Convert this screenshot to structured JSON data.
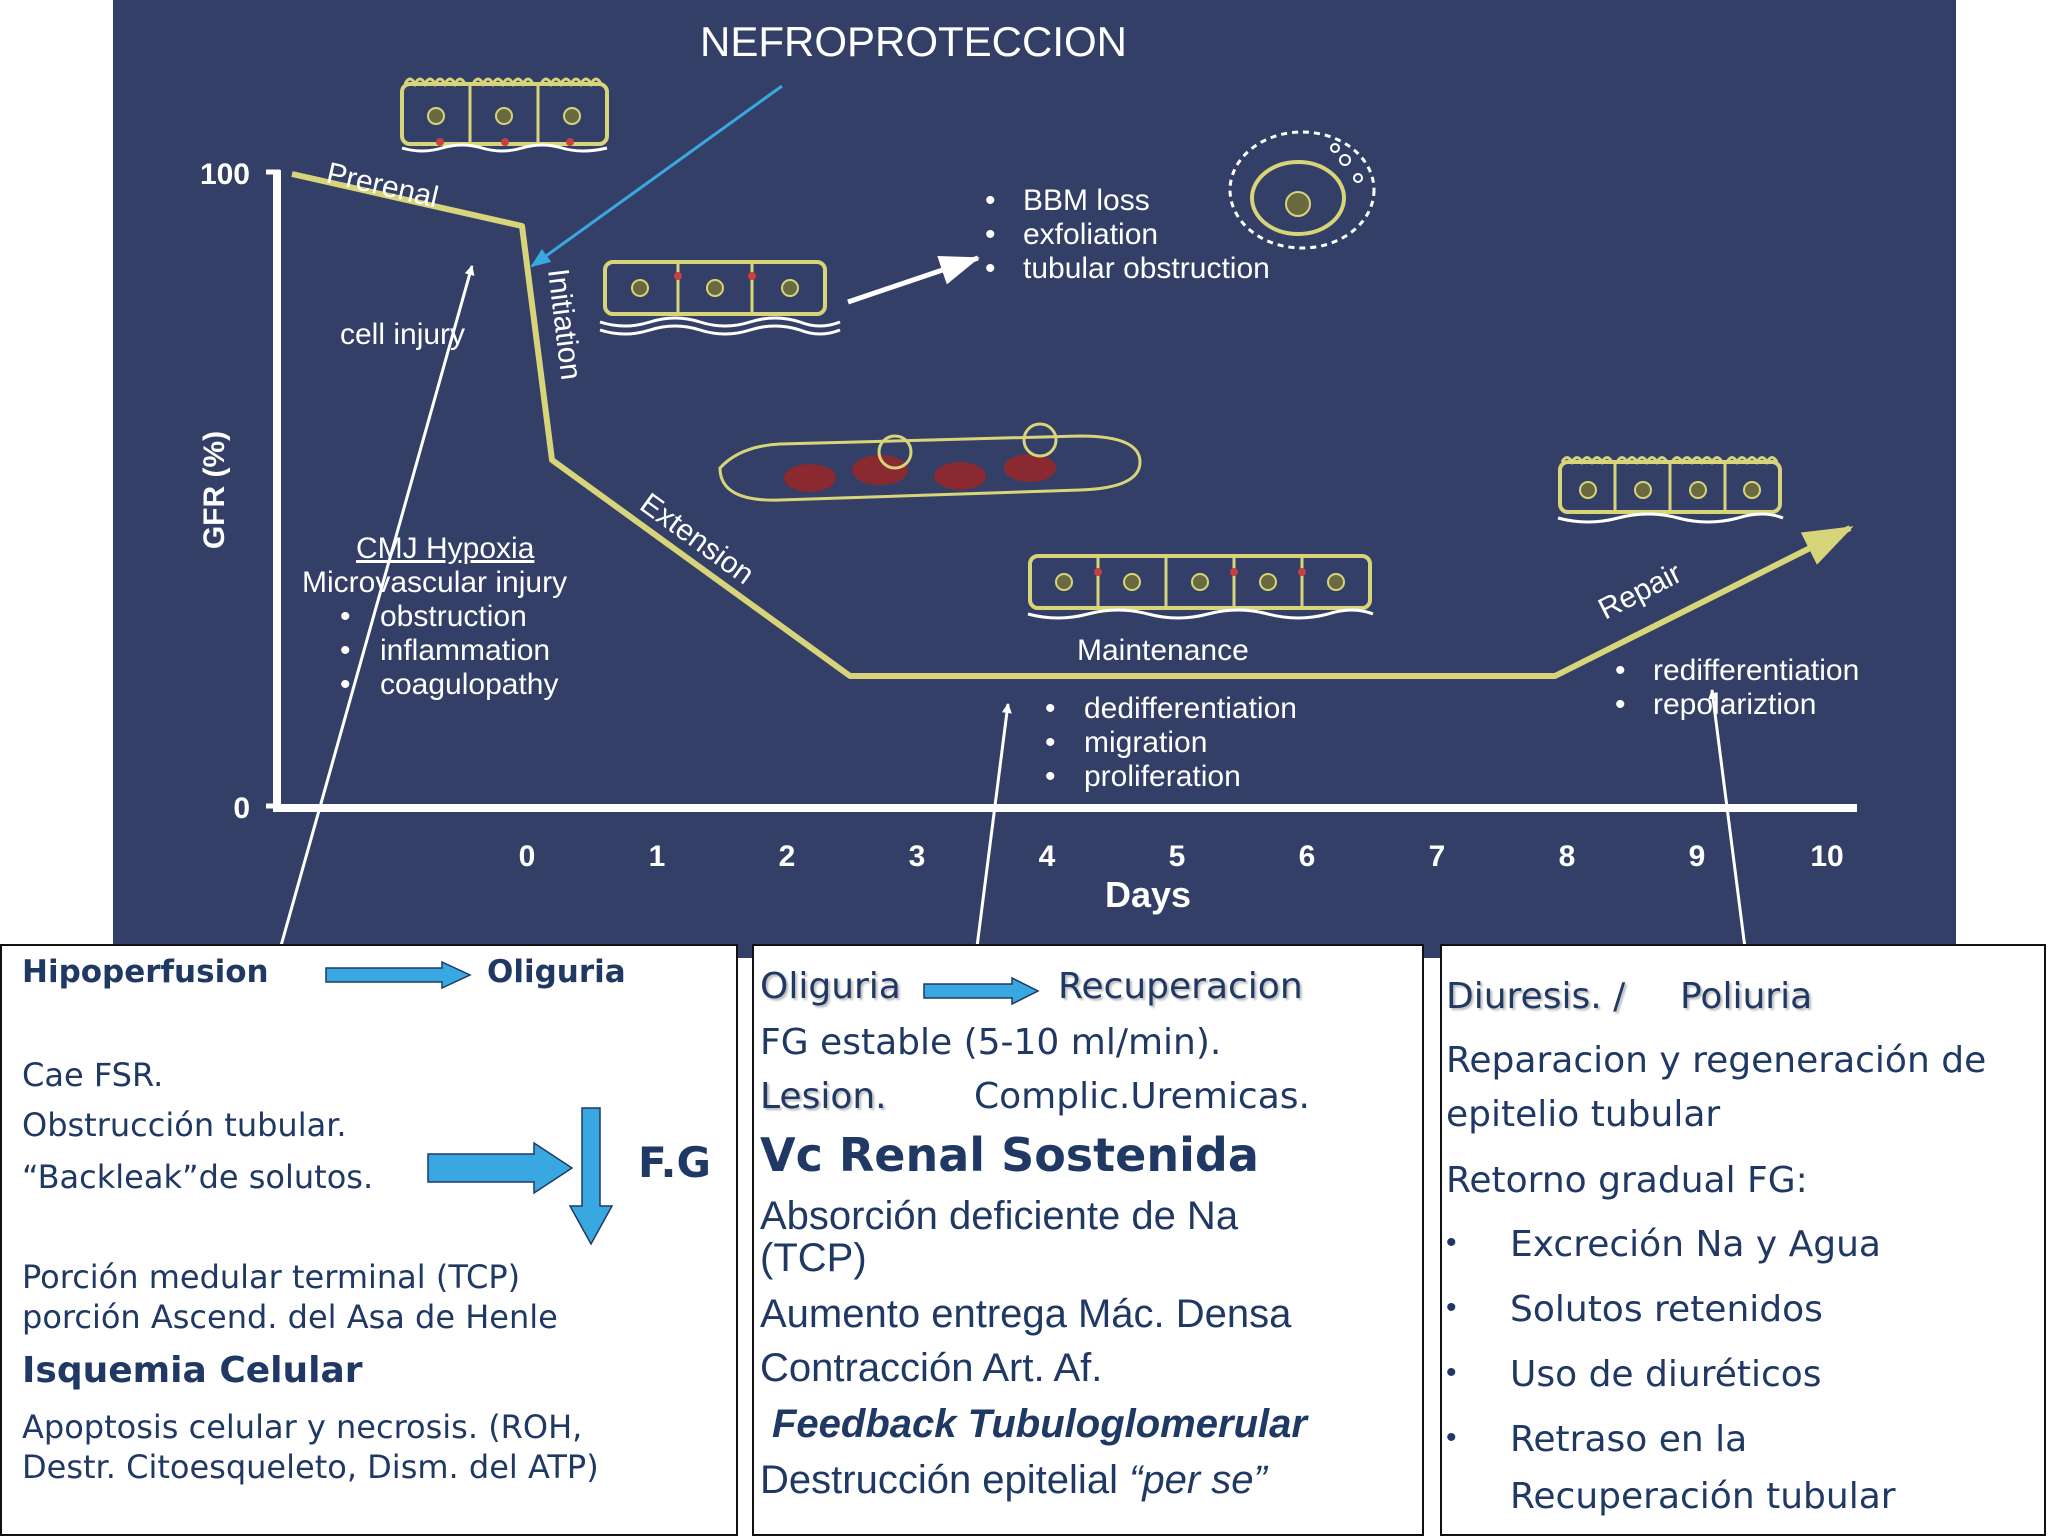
{
  "diagram": {
    "title": "NEFROPROTECCION",
    "y_axis_label": "GFR (%)",
    "y_ticks": [
      "100",
      "0"
    ],
    "x_axis_label": "Days",
    "x_ticks": [
      "0",
      "1",
      "2",
      "3",
      "4",
      "5",
      "6",
      "7",
      "8",
      "9",
      "10"
    ],
    "phases": {
      "prerenal": "Prerenal",
      "initiation": "Initiation",
      "extension": "Extension",
      "maintenance": "Maintenance",
      "repair": "Repair"
    },
    "cell_injury": "cell injury",
    "hypoxia_title": "CMJ Hypoxia",
    "hypoxia_sub": "Microvascular injury",
    "hypoxia_items": [
      "obstruction",
      "inflammation",
      "coagulopathy"
    ],
    "bbm_items": [
      "BBM loss",
      "exfoliation",
      "tubular obstruction"
    ],
    "maintenance_items": [
      "dedifferentiation",
      "migration",
      "proliferation"
    ],
    "repair_items": [
      "redifferentiation",
      "repolariztion"
    ],
    "colors": {
      "background": "#333f67",
      "curve": "#d8d47a",
      "arrow_blue": "#3aa8e0",
      "text": "#ffffff"
    }
  },
  "box1": {
    "h1_left": "Hipoperfusion",
    "h1_right": "Oliguria",
    "l1": "Cae FSR.",
    "l2": "Obstrucción tubular.",
    "l3": "“Backleak”de solutos.",
    "fg": "F.G",
    "l4": "Porción medular terminal (TCP)",
    "l5": "porción Ascend. del Asa de Henle",
    "l6": "Isquemia Celular",
    "l7": "Apoptosis celular y necrosis.  (ROH,",
    "l8": "Destr. Citoesqueleto, Dism. del ATP)"
  },
  "box2": {
    "h1_left": "Oliguria",
    "h1_right": "Recuperacion",
    "l1": "FG estable (5-10 ml/min).",
    "l2a": "Lesion.",
    "l2b": "Complic.Uremicas.",
    "l3": "Vc Renal Sostenida",
    "l4": "Absorción deficiente de Na",
    "l5": "(TCP)",
    "l6": "Aumento entrega Mác. Densa",
    "l7": "Contracción Art. Af.",
    "l8": "Feedback Tubuloglomerular",
    "l9a": "Destrucción epitelial ",
    "l9b": "“per se”"
  },
  "box3": {
    "h1_left": "Diuresis.  /",
    "h1_right": "Poliuria",
    "l1": "Reparacion y regeneración de",
    "l2": "epitelio tubular",
    "l3": "Retorno gradual FG:",
    "items": [
      "Excreción Na y Agua",
      "Solutos retenidos",
      "Uso de diuréticos",
      "Retraso en la"
    ],
    "item4_cont": "Recuperación tubular"
  }
}
